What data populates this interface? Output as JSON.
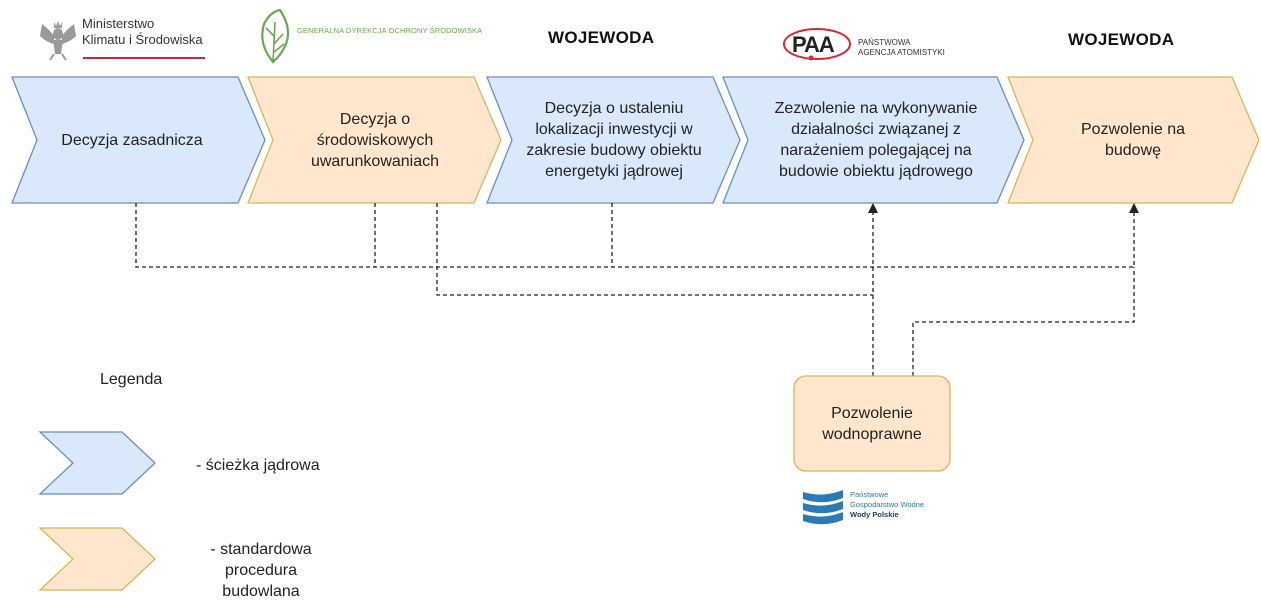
{
  "colors": {
    "nuclear_fill": "#dae8fc",
    "nuclear_stroke": "#6c8ebf",
    "standard_fill": "#ffe6cc",
    "standard_stroke": "#d6b656",
    "connector": "#222222",
    "ministry_red": "#d4213d",
    "gdos_green": "#6aa84f",
    "paa_red": "#e0262e",
    "wody_blue": "#2a7ab8"
  },
  "logos": {
    "ministry": {
      "line1": "Ministerstwo",
      "line2": "Klimatu i Środowiska",
      "icon": "eagle-emblem-icon"
    },
    "gdos": {
      "text": "GENERALNA DYREKCJA OCHRONY ŚRODOWISKA",
      "icon": "leaf-icon"
    },
    "paa": {
      "mark": "PAA",
      "line1": "PAŃSTWOWA",
      "line2": "AGENCJA ATOMISTYKI"
    },
    "wody": {
      "line1": "Państwowe",
      "line2": "Gospodarstwo Wodne",
      "line3": "Wody Polskie",
      "icon": "waves-icon"
    }
  },
  "authorities": {
    "wojewoda_1": "WOJEWODA",
    "wojewoda_2": "WOJEWODA"
  },
  "steps": [
    {
      "label": "Decyzja zasadnicza",
      "type": "nuclear"
    },
    {
      "label": "Decyzja o środowiskowych uwarunkowaniach",
      "type": "standard"
    },
    {
      "label": "Decyzja o ustaleniu lokalizacji inwestycji w zakresie budowy obiektu energetyki jądrowej",
      "type": "nuclear"
    },
    {
      "label": "Zezwolenie na wykonywanie działalności związanej z narażeniem polegającej na budowie obiektu jądrowego",
      "type": "nuclear"
    },
    {
      "label": "Pozwolenie na budowę",
      "type": "standard"
    }
  ],
  "water_permit": {
    "label": "Pozwolenie wodnoprawne"
  },
  "legend": {
    "title": "Legenda",
    "nuclear": "- ścieżka jądrowa",
    "standard": "- standardowa procedura budowlana"
  }
}
